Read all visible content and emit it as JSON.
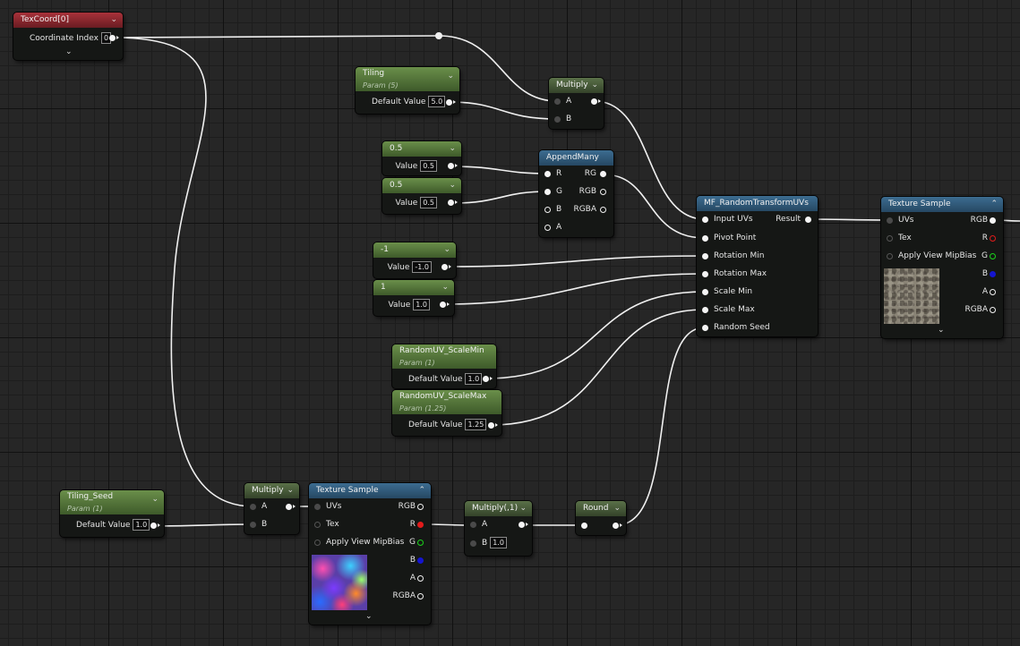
{
  "texcoord": {
    "title": "TexCoord[0]",
    "label": "Coordinate Index",
    "value": "0"
  },
  "tiling": {
    "title": "Tiling",
    "subtitle": "Param (5)",
    "label": "Default Value",
    "value": "5.0"
  },
  "mul_top": {
    "title": "Multiply",
    "a": "A",
    "b": "B"
  },
  "c05a": {
    "title": "0.5",
    "label": "Value",
    "value": "0.5"
  },
  "c05b": {
    "title": "0.5",
    "label": "Value",
    "value": "0.5"
  },
  "append": {
    "title": "AppendMany",
    "inputs": [
      "R",
      "G",
      "B",
      "A"
    ],
    "outputs": [
      "RG",
      "RGB",
      "RGBA"
    ]
  },
  "cneg1": {
    "title": "-1",
    "label": "Value",
    "value": "-1.0"
  },
  "c1": {
    "title": "1",
    "label": "Value",
    "value": "1.0"
  },
  "random_transform": {
    "title": "MF_RandomTransformUVs",
    "inputs": [
      "Input UVs",
      "Pivot Point",
      "Rotation Min",
      "Rotation Max",
      "Scale Min",
      "Scale Max",
      "Random Seed"
    ],
    "output": "Result"
  },
  "scalemin": {
    "title": "RandomUV_ScaleMin",
    "subtitle": "Param (1)",
    "label": "Default Value",
    "value": "1.0"
  },
  "scalemax": {
    "title": "RandomUV_ScaleMax",
    "subtitle": "Param (1.25)",
    "label": "Default Value",
    "value": "1.25"
  },
  "tex_right": {
    "title": "Texture Sample",
    "inputs": [
      "UVs",
      "Tex",
      "Apply View MipBias"
    ],
    "outputs": [
      "RGB",
      "R",
      "G",
      "B",
      "A",
      "RGBA"
    ]
  },
  "tiling_seed": {
    "title": "Tiling_Seed",
    "subtitle": "Param (1)",
    "label": "Default Value",
    "value": "1.0"
  },
  "mul_bottom": {
    "title": "Multiply",
    "a": "A",
    "b": "B"
  },
  "tex_bottom": {
    "title": "Texture Sample",
    "inputs": [
      "UVs",
      "Tex",
      "Apply View MipBias"
    ],
    "outputs": [
      "RGB",
      "R",
      "G",
      "B",
      "A",
      "RGBA"
    ]
  },
  "mul_neg1": {
    "title": "Multiply(,1)",
    "a": "A",
    "b": "B",
    "b_value": "1.0"
  },
  "round": {
    "title": "Round"
  },
  "colors": {
    "canvas": "#262626",
    "param_header": "#5f8442",
    "function_header": "#3c6c90",
    "texcoord_header": "#a8323a",
    "wire": "#f0f0f0"
  },
  "icons": {
    "collapse": "chevron-down-icon",
    "expand": "chevron-up-icon"
  }
}
